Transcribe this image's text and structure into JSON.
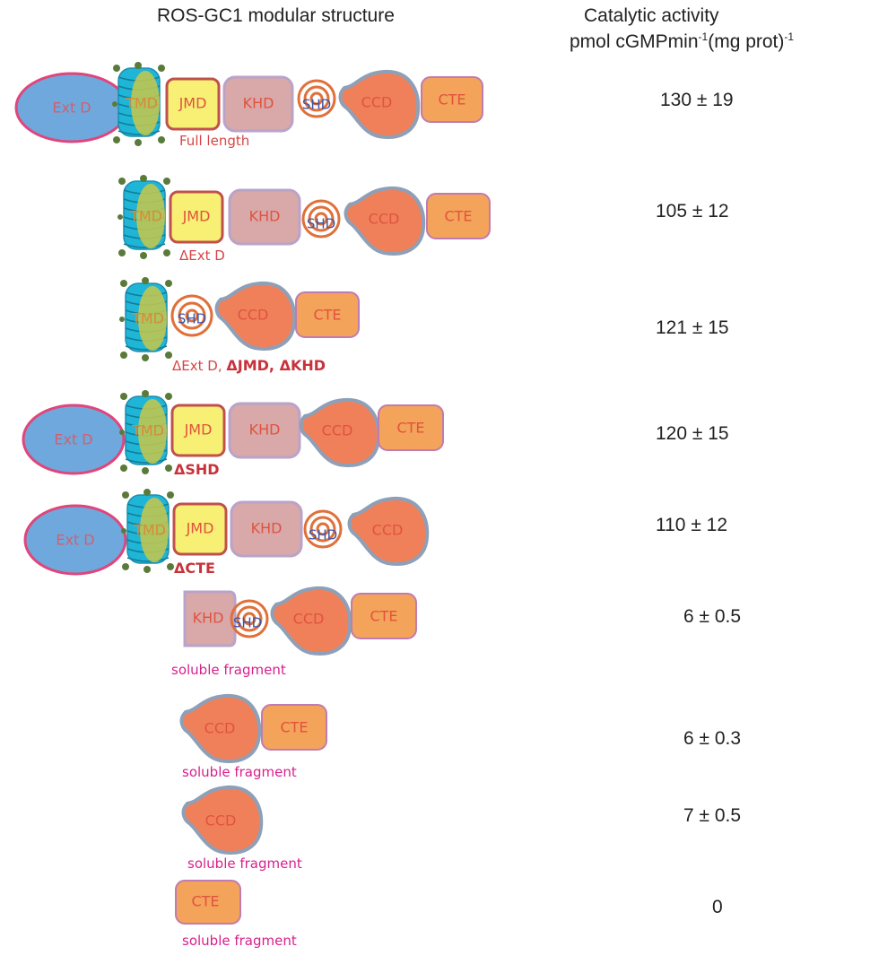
{
  "header": {
    "structure_title": "ROS-GC1 modular structure",
    "activity_title": "Catalytic activity",
    "activity_unit": "pmol cGMPmin",
    "unit_sup1": "-1",
    "unit_mid": "(mg prot)",
    "unit_sup2": "-1"
  },
  "domains": {
    "ext": "Ext D",
    "tmd": "TMD",
    "jmd": "JMD",
    "khd": "KHD",
    "shd": "SHD",
    "ccd": "CCD",
    "cte": "CTE"
  },
  "constructs": [
    {
      "label": "Full length",
      "activity": "130 ± 19"
    },
    {
      "label": "ΔExt D",
      "activity": "105 ± 12"
    },
    {
      "label_a": "ΔExt D,",
      "label_b": "ΔJMD, ΔKHD",
      "activity": "121 ± 15"
    },
    {
      "label": "ΔSHD",
      "activity": "120 ± 15"
    },
    {
      "label": "ΔCTE",
      "activity": "110 ± 12"
    },
    {
      "label": "soluble fragment",
      "activity": "6 ± 0.5"
    },
    {
      "label": "soluble fragment",
      "activity": "6 ± 0.3"
    },
    {
      "label": "soluble fragment",
      "activity": "7 ± 0.5"
    },
    {
      "label": "soluble fragment",
      "activity": "0"
    }
  ],
  "colors": {
    "ext_fill": "#6fa8dc",
    "ext_stroke": "#e0457b",
    "tmd_helix": "#1fb5d6",
    "tmd_core": "#c8c84a",
    "jmd_fill": "#f7f074",
    "jmd_stroke": "#c0504d",
    "khd_fill": "#d9a8a8",
    "khd_stroke": "#b9a3c9",
    "shd_stroke": "#e0703a",
    "ccd_fill": "#f0805a",
    "ccd_stroke": "#8ea0b8",
    "cte_fill": "#f4a35a",
    "cte_stroke": "#c07bb0",
    "label_red": "#d64545",
    "label_magenta": "#d81f8c"
  }
}
